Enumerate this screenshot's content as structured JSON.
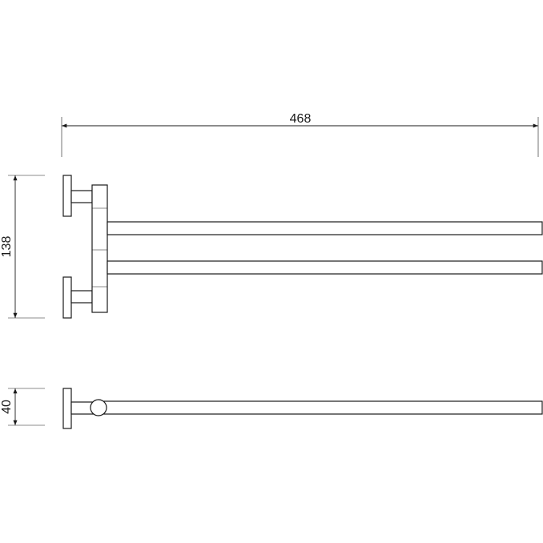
{
  "dimensions": {
    "width_label": "468",
    "height_label": "138",
    "depth_label": "40"
  },
  "colors": {
    "line": "#1a1a1a",
    "background": "#ffffff"
  }
}
